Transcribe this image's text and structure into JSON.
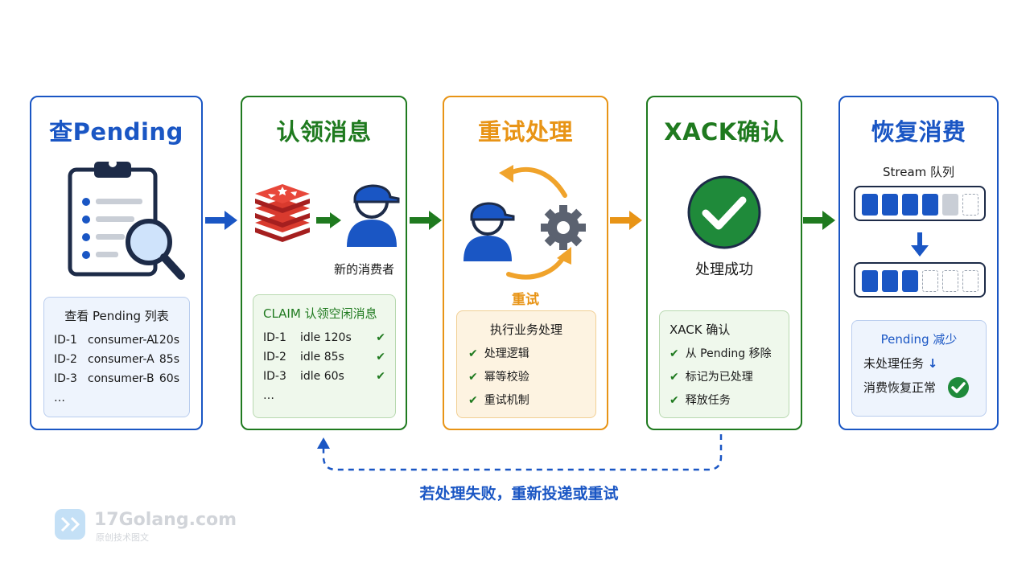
{
  "steps": [
    {
      "title": "查Pending",
      "color": "#1a56c4"
    },
    {
      "title": "认领消息",
      "color": "#1f7a1f"
    },
    {
      "title": "重试处理",
      "color": "#e89416"
    },
    {
      "title": "XACK确认",
      "color": "#1f7a1f"
    },
    {
      "title": "恢复消费",
      "color": "#1a56c4"
    }
  ],
  "pending_list": {
    "title": "查看 Pending 列表",
    "rows": [
      {
        "id": "ID-1",
        "consumer": "consumer-A",
        "time": "120s"
      },
      {
        "id": "ID-2",
        "consumer": "consumer-A",
        "time": "85s"
      },
      {
        "id": "ID-3",
        "consumer": "consumer-B",
        "time": "60s"
      }
    ],
    "more": "…"
  },
  "claim": {
    "consumer_caption": "新的消费者",
    "title": "CLAIM 认领空闲消息",
    "rows": [
      {
        "id": "ID-1",
        "idle": "idle 120s"
      },
      {
        "id": "ID-2",
        "idle": "idle 85s"
      },
      {
        "id": "ID-3",
        "idle": "idle 60s"
      }
    ],
    "more": "…"
  },
  "retry": {
    "caption": "重试",
    "title": "执行业务处理",
    "items": [
      "处理逻辑",
      "幂等校验",
      "重试机制"
    ]
  },
  "xack": {
    "caption": "处理成功",
    "title": "XACK 确认",
    "items": [
      "从 Pending 移除",
      "标记为已处理",
      "释放任务"
    ]
  },
  "recover": {
    "stream_label": "Stream 队列",
    "pending_title": "Pending 减少",
    "line1": "未处理任务",
    "line1_arrow": "↓",
    "line2": "消费恢复正常",
    "queue_before": [
      "full",
      "full",
      "full",
      "full",
      "grey",
      "empty"
    ],
    "queue_after": [
      "full",
      "full",
      "full",
      "empty",
      "empty",
      "empty"
    ]
  },
  "feedback_label": "若处理失败，重新投递或重试",
  "logo": {
    "brand": "17Golang.com",
    "subtitle": "原创技术图文"
  }
}
